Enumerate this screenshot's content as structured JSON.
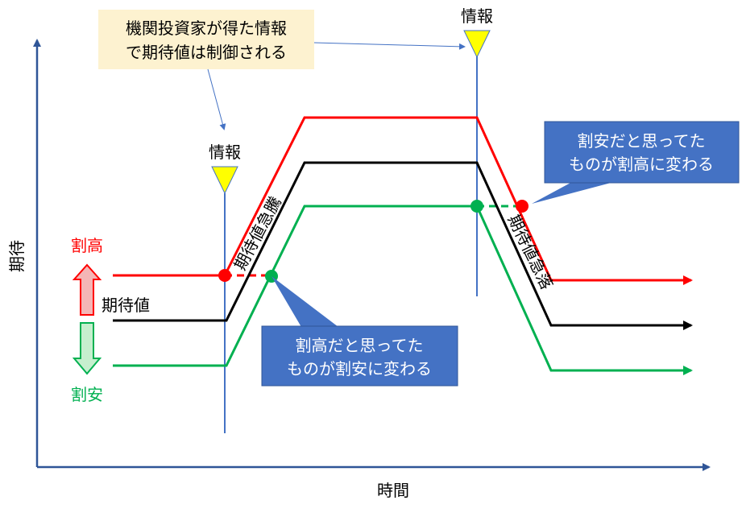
{
  "axes": {
    "y_label": "期待",
    "x_label": "時間"
  },
  "labels": {
    "overvalued": "割高",
    "expected_value": "期待値",
    "undervalued": "割安",
    "info_left": "情報",
    "info_right": "情報",
    "surge": "期待値急騰",
    "plunge": "期待値急落"
  },
  "callouts": {
    "top": {
      "line1": "機関投資家が得た情報",
      "line2": "で期待値は制御される"
    },
    "bottom": {
      "line1": "割高だと思ってた",
      "line2": "ものが割安に変わる"
    },
    "right": {
      "line1": "割安だと思ってた",
      "line2": "ものが割高に変わる"
    }
  },
  "colors": {
    "red": "#ff0000",
    "black": "#000000",
    "green": "#00b050",
    "axis": "#2f5597",
    "info_line": "#4472c4",
    "callout_blue": "#4472c4",
    "callout_yellow": "#fdf2d0",
    "marker_yellow": "#ffff00",
    "arrow_red_fill": "#f4b6b6",
    "arrow_green_fill": "#c6efce"
  }
}
